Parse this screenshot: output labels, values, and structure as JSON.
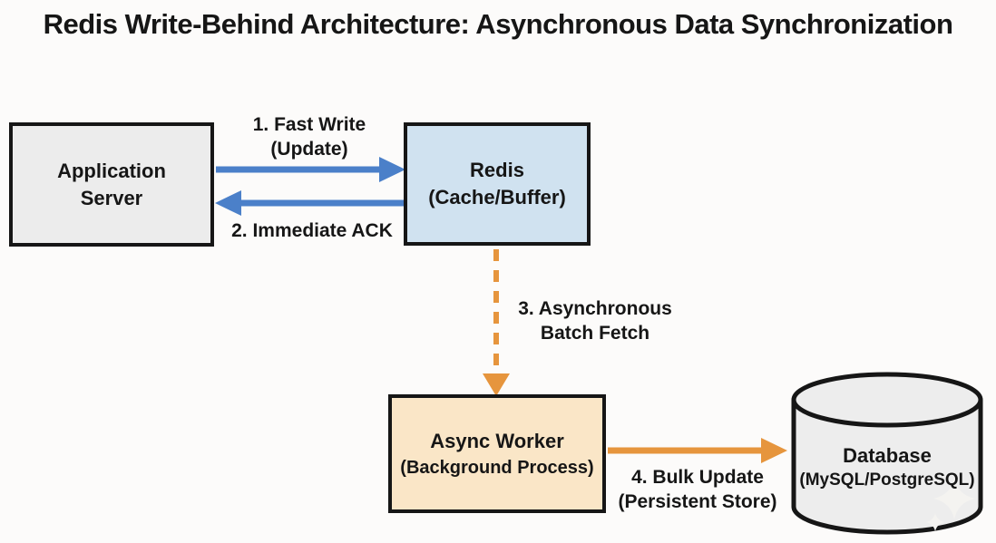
{
  "title": "Redis Write-Behind Architecture: Asynchronous Data Synchronization",
  "nodes": {
    "app_server": {
      "line1": "Application",
      "line2": "Server"
    },
    "redis": {
      "line1": "Redis",
      "line2": "(Cache/Buffer)"
    },
    "async_worker": {
      "line1": "Async Worker",
      "line2": "(Background Process)"
    },
    "database": {
      "line1": "Database",
      "line2": "(MySQL/PostgreSQL)"
    }
  },
  "edges": {
    "fast_write": {
      "line1": "1. Fast Write",
      "line2": "(Update)"
    },
    "ack": {
      "label": "2. Immediate ACK"
    },
    "batch_fetch": {
      "line1": "3. Asynchronous",
      "line2": "Batch Fetch"
    },
    "bulk_update": {
      "line1": "4. Bulk Update",
      "line2": "(Persistent Store)"
    }
  },
  "colors": {
    "bg": "#fcfbfa",
    "ink": "#161616",
    "app-fill": "#ececec",
    "redis-fill": "#d0e2f0",
    "async-fill": "#fae6c7",
    "db-fill": "#ededed",
    "arrow-blue": "#4b80c9",
    "arrow-orange": "#e6953d"
  }
}
